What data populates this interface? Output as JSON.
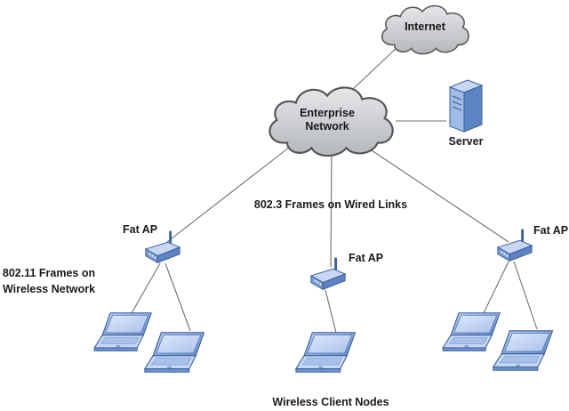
{
  "nodes": {
    "internet": {
      "label": "Internet"
    },
    "enterprise": {
      "label_line1": "Enterprise",
      "label_line2": "Network"
    },
    "server": {
      "label": "Server"
    },
    "ap_left": {
      "label": "Fat AP"
    },
    "ap_center": {
      "label": "Fat AP"
    },
    "ap_right": {
      "label": "Fat AP"
    }
  },
  "annotations": {
    "wired_links": "802.3 Frames on Wired Links",
    "wireless_line1": "802.11 Frames on",
    "wireless_line2": "Wireless Network",
    "clients": "Wireless Client Nodes"
  },
  "icons": {
    "cloud": "cloud-icon",
    "server": "server-tower-icon",
    "access_point": "wireless-access-point-icon",
    "laptop": "laptop-icon"
  },
  "colors": {
    "cloud_fill": "#c9cbce",
    "cloud_stroke": "#555555",
    "device_blue": "#7ea2d8",
    "device_stroke": "#3b5f99",
    "link": "#6f6f6f"
  }
}
